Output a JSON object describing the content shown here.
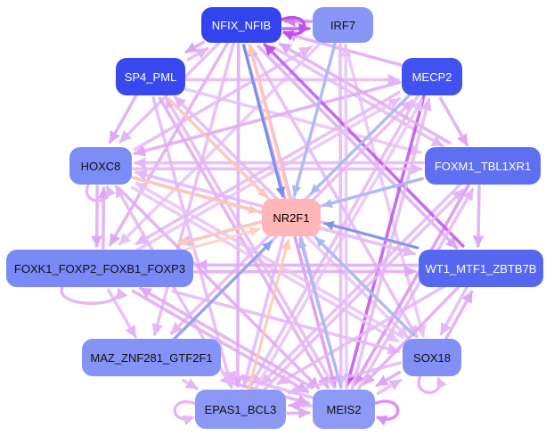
{
  "graph": {
    "title": "",
    "center": {
      "id": "NR2F1",
      "label": "NR2F1",
      "fill": "#ffb6b6",
      "text": "#000000"
    },
    "nodes": [
      {
        "id": "NFIX_NFIB",
        "label": "NFIX_NFIB",
        "fill": "#3344ee",
        "text": "#ffffff"
      },
      {
        "id": "IRF7",
        "label": "IRF7",
        "fill": "#8896f6",
        "text": "#111111"
      },
      {
        "id": "SP4_PML",
        "label": "SP4_PML",
        "fill": "#3848ee",
        "text": "#ffffff"
      },
      {
        "id": "MECP2",
        "label": "MECP2",
        "fill": "#4052f0",
        "text": "#ffffff"
      },
      {
        "id": "HOXC8",
        "label": "HOXC8",
        "fill": "#7c8cf5",
        "text": "#111111"
      },
      {
        "id": "FOXM1_TBL1XR1",
        "label": "FOXM1_TBL1XR1",
        "fill": "#5e6ff2",
        "text": "#ffffff"
      },
      {
        "id": "FOXK1_FOXP2_FOXB1_FOXP3",
        "label": "FOXK1_FOXP2_FOXB1_FOXP3",
        "fill": "#7989f5",
        "text": "#111111"
      },
      {
        "id": "WT1_MTF1_ZBTB7B",
        "label": "WT1_MTF1_ZBTB7B",
        "fill": "#5567f1",
        "text": "#ffffff"
      },
      {
        "id": "MAZ_ZNF281_GTF2F1",
        "label": "MAZ_ZNF281_GTF2F1",
        "fill": "#8592f6",
        "text": "#111111"
      },
      {
        "id": "SOX18",
        "label": "SOX18",
        "fill": "#8290f5",
        "text": "#111111"
      },
      {
        "id": "EPAS1_BCL3",
        "label": "EPAS1_BCL3",
        "fill": "#8b98f6",
        "text": "#111111"
      },
      {
        "id": "MEIS2",
        "label": "MEIS2",
        "fill": "#8e9bf6",
        "text": "#111111"
      }
    ],
    "edges": [
      {
        "from": "NFIX_NFIB",
        "to": "NR2F1",
        "color": "#6f8fe8"
      },
      {
        "from": "IRF7",
        "to": "NR2F1",
        "color": "#a8bcf2"
      },
      {
        "from": "SP4_PML",
        "to": "NR2F1",
        "color": "#ffc9b0"
      },
      {
        "from": "MECP2",
        "to": "NR2F1",
        "color": "#a8bcf2"
      },
      {
        "from": "HOXC8",
        "to": "NR2F1",
        "color": "#ffc9b0"
      },
      {
        "from": "FOXM1_TBL1XR1",
        "to": "NR2F1",
        "color": "#a8bcf2"
      },
      {
        "from": "FOXK1_FOXP2_FOXB1_FOXP3",
        "to": "NR2F1",
        "color": "#ffd2be"
      },
      {
        "from": "WT1_MTF1_ZBTB7B",
        "to": "NR2F1",
        "color": "#7c95ea"
      },
      {
        "from": "MAZ_ZNF281_GTF2F1",
        "to": "NR2F1",
        "color": "#8aa2ec"
      },
      {
        "from": "SOX18",
        "to": "NR2F1",
        "color": "#a8bcf2"
      },
      {
        "from": "EPAS1_BCL3",
        "to": "NR2F1",
        "color": "#ffc9b0"
      },
      {
        "from": "MEIS2",
        "to": "NR2F1",
        "color": "#a8bcf2"
      },
      {
        "from": "NR2F1",
        "to": "FOXK1_FOXP2_FOXB1_FOXP3",
        "color": "#ffc9b0"
      },
      {
        "from": "NR2F1",
        "to": "NFIX_NFIB",
        "color": "#ffc9b0"
      },
      {
        "from": "NFIX_NFIB",
        "to": "IRF7",
        "color": "#c050ee"
      },
      {
        "from": "IRF7",
        "to": "NFIX_NFIB",
        "color": "#d080f2"
      },
      {
        "from": "NFIX_NFIB",
        "to": "SP4_PML",
        "color": "#dfa8f5"
      },
      {
        "from": "NFIX_NFIB",
        "to": "HOXC8",
        "color": "#e4b6f6"
      },
      {
        "from": "NFIX_NFIB",
        "to": "FOXK1_FOXP2_FOXB1_FOXP3",
        "color": "#dfa8f5"
      },
      {
        "from": "NFIX_NFIB",
        "to": "MAZ_ZNF281_GTF2F1",
        "color": "#e4b6f6"
      },
      {
        "from": "NFIX_NFIB",
        "to": "EPAS1_BCL3",
        "color": "#dfa8f5"
      },
      {
        "from": "NFIX_NFIB",
        "to": "MEIS2",
        "color": "#d890f3"
      },
      {
        "from": "NFIX_NFIB",
        "to": "SOX18",
        "color": "#e4b6f6"
      },
      {
        "from": "NFIX_NFIB",
        "to": "WT1_MTF1_ZBTB7B",
        "color": "#dfa8f5"
      },
      {
        "from": "NFIX_NFIB",
        "to": "FOXM1_TBL1XR1",
        "color": "#e4b6f6"
      },
      {
        "from": "MECP2",
        "to": "NFIX_NFIB",
        "color": "#dfa8f5"
      },
      {
        "from": "SP4_PML",
        "to": "NFIX_NFIB",
        "color": "#e4b6f6"
      },
      {
        "from": "IRF7",
        "to": "MEIS2",
        "color": "#e4b6f6"
      },
      {
        "from": "IRF7",
        "to": "FOXK1_FOXP2_FOXB1_FOXP3",
        "color": "#e8c2f7"
      },
      {
        "from": "IRF7",
        "to": "EPAS1_BCL3",
        "color": "#e4b6f6"
      },
      {
        "from": "IRF7",
        "to": "SOX18",
        "color": "#e8c2f7"
      },
      {
        "from": "SP4_PML",
        "to": "HOXC8",
        "color": "#dfa8f5"
      },
      {
        "from": "SP4_PML",
        "to": "MECP2",
        "color": "#e4b6f6"
      },
      {
        "from": "SP4_PML",
        "to": "FOXM1_TBL1XR1",
        "color": "#e8c2f7"
      },
      {
        "from": "SP4_PML",
        "to": "MEIS2",
        "color": "#dfa8f5"
      },
      {
        "from": "SP4_PML",
        "to": "EPAS1_BCL3",
        "color": "#e4b6f6"
      },
      {
        "from": "SP4_PML",
        "to": "SOX18",
        "color": "#e8c2f7"
      },
      {
        "from": "MECP2",
        "to": "HOXC8",
        "color": "#dfa8f5"
      },
      {
        "from": "MECP2",
        "to": "FOXM1_TBL1XR1",
        "color": "#dfa8f5"
      },
      {
        "from": "MECP2",
        "to": "FOXK1_FOXP2_FOXB1_FOXP3",
        "color": "#e4b6f6"
      },
      {
        "from": "MECP2",
        "to": "MEIS2",
        "color": "#c050ee"
      },
      {
        "from": "MECP2",
        "to": "EPAS1_BCL3",
        "color": "#e4b6f6"
      },
      {
        "from": "MECP2",
        "to": "MAZ_ZNF281_GTF2F1",
        "color": "#e4b6f6"
      },
      {
        "from": "HOXC8",
        "to": "FOXK1_FOXP2_FOXB1_FOXP3",
        "color": "#dfa8f5"
      },
      {
        "from": "HOXC8",
        "to": "FOXM1_TBL1XR1",
        "color": "#e4b6f6"
      },
      {
        "from": "HOXC8",
        "to": "WT1_MTF1_ZBTB7B",
        "color": "#e4b6f6"
      },
      {
        "from": "HOXC8",
        "to": "MEIS2",
        "color": "#dfa8f5"
      },
      {
        "from": "HOXC8",
        "to": "SOX18",
        "color": "#e8c2f7"
      },
      {
        "from": "HOXC8",
        "to": "IRF7",
        "color": "#e4b6f6"
      },
      {
        "from": "FOXM1_TBL1XR1",
        "to": "FOXK1_FOXP2_FOXB1_FOXP3",
        "color": "#e4b6f6"
      },
      {
        "from": "FOXM1_TBL1XR1",
        "to": "WT1_MTF1_ZBTB7B",
        "color": "#dfa8f5"
      },
      {
        "from": "FOXM1_TBL1XR1",
        "to": "MEIS2",
        "color": "#d890f3"
      },
      {
        "from": "FOXM1_TBL1XR1",
        "to": "EPAS1_BCL3",
        "color": "#e4b6f6"
      },
      {
        "from": "FOXM1_TBL1XR1",
        "to": "HOXC8",
        "color": "#e4b6f6"
      },
      {
        "from": "FOXM1_TBL1XR1",
        "to": "NFIX_NFIB",
        "color": "#dfa8f5"
      },
      {
        "from": "FOXK1_FOXP2_FOXB1_FOXP3",
        "to": "WT1_MTF1_ZBTB7B",
        "color": "#dfa8f5"
      },
      {
        "from": "FOXK1_FOXP2_FOXB1_FOXP3",
        "to": "MAZ_ZNF281_GTF2F1",
        "color": "#e4b6f6"
      },
      {
        "from": "FOXK1_FOXP2_FOXB1_FOXP3",
        "to": "MEIS2",
        "color": "#dfa8f5"
      },
      {
        "from": "FOXK1_FOXP2_FOXB1_FOXP3",
        "to": "SOX18",
        "color": "#e4b6f6"
      },
      {
        "from": "FOXK1_FOXP2_FOXB1_FOXP3",
        "to": "HOXC8",
        "color": "#dfa8f5"
      },
      {
        "from": "FOXK1_FOXP2_FOXB1_FOXP3",
        "to": "MECP2",
        "color": "#e8c2f7"
      },
      {
        "from": "WT1_MTF1_ZBTB7B",
        "to": "FOXK1_FOXP2_FOXB1_FOXP3",
        "color": "#dfa8f5"
      },
      {
        "from": "WT1_MTF1_ZBTB7B",
        "to": "MEIS2",
        "color": "#dfa8f5"
      },
      {
        "from": "WT1_MTF1_ZBTB7B",
        "to": "SOX18",
        "color": "#e4b6f6"
      },
      {
        "from": "WT1_MTF1_ZBTB7B",
        "to": "NFIX_NFIB",
        "color": "#c050ee"
      },
      {
        "from": "WT1_MTF1_ZBTB7B",
        "to": "HOXC8",
        "color": "#e4b6f6"
      },
      {
        "from": "WT1_MTF1_ZBTB7B",
        "to": "EPAS1_BCL3",
        "color": "#e4b6f6"
      },
      {
        "from": "MAZ_ZNF281_GTF2F1",
        "to": "MEIS2",
        "color": "#dfa8f5"
      },
      {
        "from": "MAZ_ZNF281_GTF2F1",
        "to": "EPAS1_BCL3",
        "color": "#e4b6f6"
      },
      {
        "from": "MAZ_ZNF281_GTF2F1",
        "to": "MECP2",
        "color": "#e4b6f6"
      },
      {
        "from": "SOX18",
        "to": "MEIS2",
        "color": "#dfa8f5"
      },
      {
        "from": "SOX18",
        "to": "EPAS1_BCL3",
        "color": "#e4b6f6"
      },
      {
        "from": "SOX18",
        "to": "WT1_MTF1_ZBTB7B",
        "color": "#dfa8f5"
      },
      {
        "from": "SOX18",
        "to": "HOXC8",
        "color": "#e8c2f7"
      },
      {
        "from": "SOX18",
        "to": "SP4_PML",
        "color": "#e4b6f6"
      },
      {
        "from": "EPAS1_BCL3",
        "to": "MEIS2",
        "color": "#dfa8f5"
      },
      {
        "from": "EPAS1_BCL3",
        "to": "HOXC8",
        "color": "#e4b6f6"
      },
      {
        "from": "EPAS1_BCL3",
        "to": "FOXM1_TBL1XR1",
        "color": "#e4b6f6"
      },
      {
        "from": "EPAS1_BCL3",
        "to": "MECP2",
        "color": "#e8c2f7"
      },
      {
        "from": "MEIS2",
        "to": "FOXK1_FOXP2_FOXB1_FOXP3",
        "color": "#dfa8f5"
      },
      {
        "from": "MEIS2",
        "to": "NFIX_NFIB",
        "color": "#dfa8f5"
      },
      {
        "from": "MEIS2",
        "to": "SOX18",
        "color": "#e4b6f6"
      },
      {
        "from": "MEIS2",
        "to": "FOXM1_TBL1XR1",
        "color": "#e4b6f6"
      },
      {
        "from": "MEIS2",
        "to": "EPAS1_BCL3",
        "color": "#dfa8f5"
      },
      {
        "from": "MEIS2",
        "to": "SP4_PML",
        "color": "#e4b6f6"
      },
      {
        "from": "MEIS2",
        "to": "MAZ_ZNF281_GTF2F1",
        "color": "#e4b6f6"
      },
      {
        "from": "MEIS2",
        "to": "IRF7",
        "color": "#e8c2f7"
      },
      {
        "from": "MEIS2",
        "to": "MECP2",
        "color": "#e4b6f6"
      }
    ],
    "self_loops": [
      {
        "node": "NFIX_NFIB",
        "color": "#c050ee"
      },
      {
        "node": "MEIS2",
        "color": "#d890f3"
      },
      {
        "node": "HOXC8",
        "color": "#e4b6f6"
      },
      {
        "node": "FOXK1_FOXP2_FOXB1_FOXP3",
        "color": "#e4b6f6"
      },
      {
        "node": "SOX18",
        "color": "#e4b6f6"
      },
      {
        "node": "EPAS1_BCL3",
        "color": "#e4b6f6"
      }
    ]
  }
}
